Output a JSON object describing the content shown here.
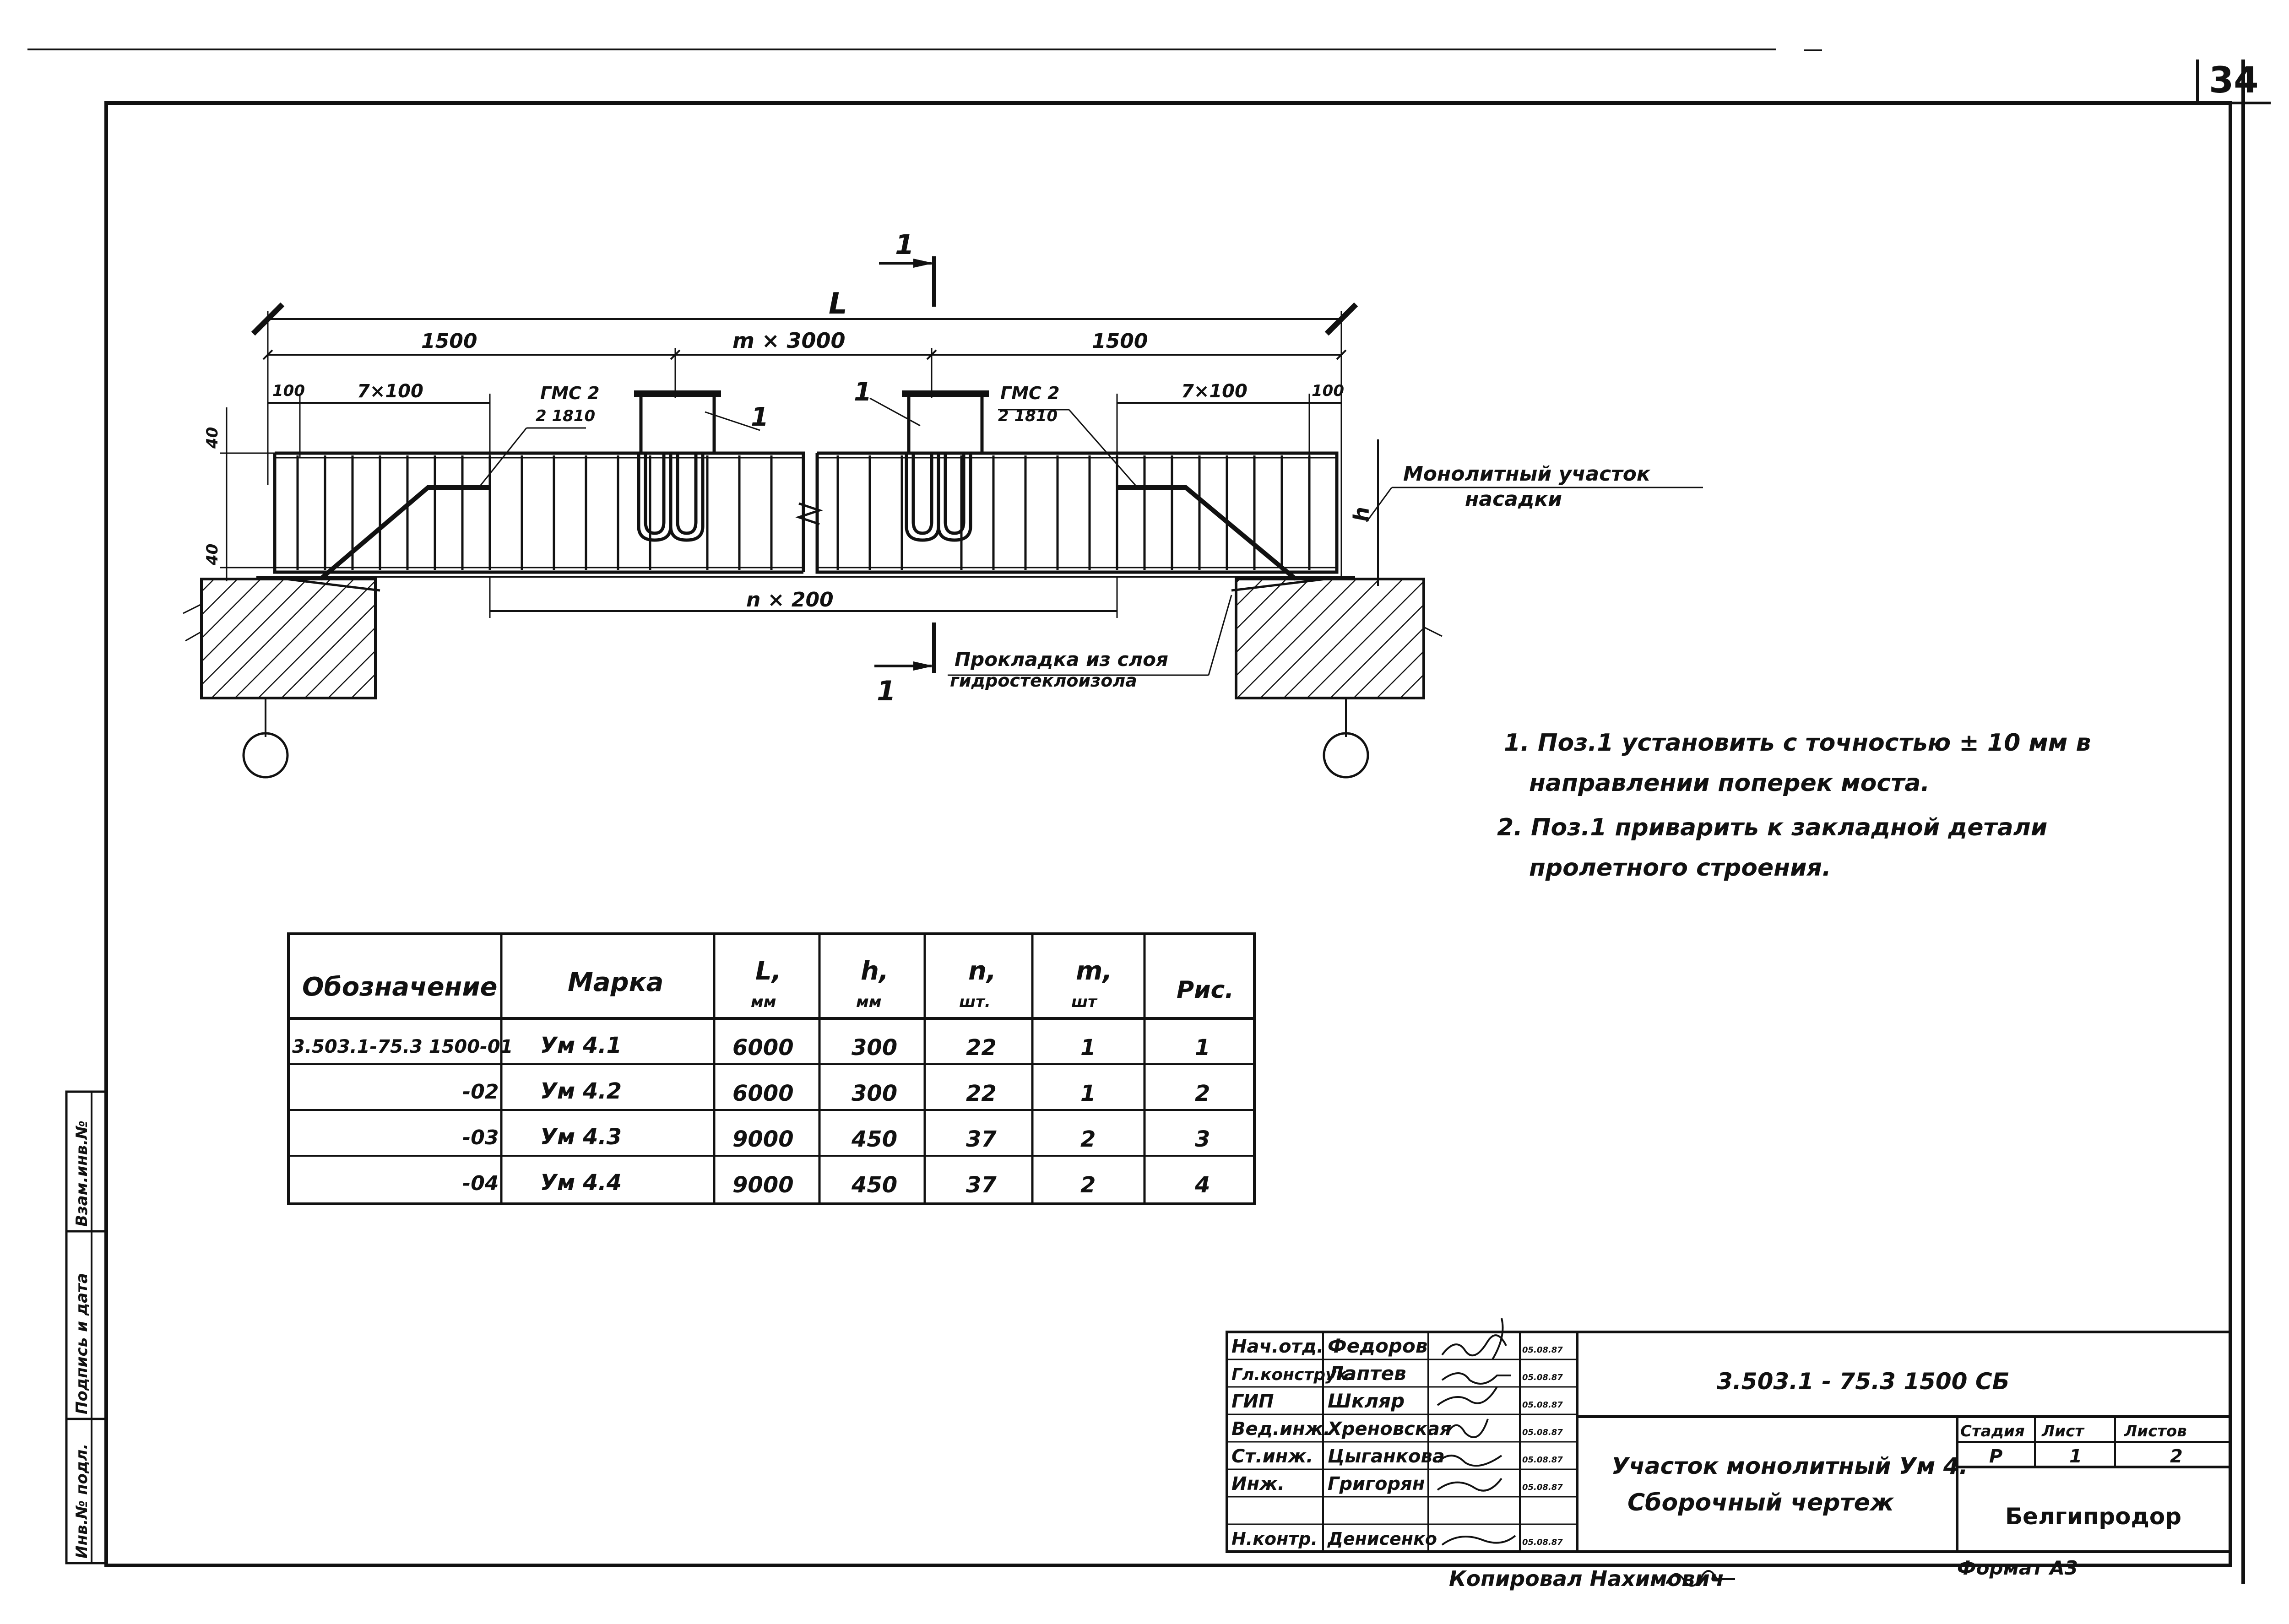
{
  "sheet_number": "34",
  "drawing": {
    "section_mark_label": "1",
    "dim_total_label": "L",
    "dim_left_label": "1500",
    "dim_middle_label": "m × 3000",
    "dim_right_label": "1500",
    "dim_end_left_label": "100",
    "dim_end_right_label": "100",
    "dim_pitch_left_label": "7×100",
    "dim_pitch_right_label": "7×100",
    "dim_bottom_label": "n × 200",
    "dim_height_top_label": "40",
    "dim_height_bottom_label": "40",
    "height_label": "h",
    "grid_left_label": "ГМС 2",
    "grid_left_sub_label": "2 1810",
    "grid_right_label": "ГМС 2",
    "grid_right_sub_label": "2 1810",
    "pos_label_left": "1",
    "pos_label_right": "1",
    "monolith_label_line1": "Монолитный участок",
    "monolith_label_line2": "насадки",
    "pad_label_line1": "Прокладка из слоя",
    "pad_label_line2": "гидростеклоизола"
  },
  "notes": [
    {
      "line1": "1. Поз.1 установить с точностью ± 10 мм в",
      "line2": "направлении поперек моста."
    },
    {
      "line1": "2. Поз.1 приварить к закладной детали",
      "line2": "пролетного строения."
    }
  ],
  "spec_table": {
    "headers": [
      {
        "main": "Обозначение",
        "sub": ""
      },
      {
        "main": "Марка",
        "sub": ""
      },
      {
        "main": "L,",
        "sub": "мм"
      },
      {
        "main": "h,",
        "sub": "мм"
      },
      {
        "main": "n,",
        "sub": "шт."
      },
      {
        "main": "m,",
        "sub": "шт"
      },
      {
        "main": "Рис.",
        "sub": ""
      }
    ],
    "rows": [
      [
        "3.503.1-75.3 1500-01",
        "Ум 4.1",
        "6000",
        "300",
        "22",
        "1",
        "1"
      ],
      [
        "-02",
        "Ум 4.2",
        "6000",
        "300",
        "22",
        "1",
        "2"
      ],
      [
        "-03",
        "Ум 4.3",
        "9000",
        "450",
        "37",
        "2",
        "3"
      ],
      [
        "-04",
        "Ум 4.4",
        "9000",
        "450",
        "37",
        "2",
        "4"
      ]
    ]
  },
  "side_stamp": [
    "Взам.инв.№",
    "Подпись и дата",
    "Инв.№ подл."
  ],
  "title_block": {
    "staff": [
      {
        "role": "Нач.отд.",
        "name": "Федоров",
        "date": "05.08.87"
      },
      {
        "role": "Гл.конструк.",
        "name": "Лаптев",
        "date": "05.08.87"
      },
      {
        "role": "ГИП",
        "name": "Шкляр",
        "date": "05.08.87"
      },
      {
        "role": "Вед.инж.",
        "name": "Хреновская",
        "date": "05.08.87"
      },
      {
        "role": "Ст.инж.",
        "name": "Цыганкова",
        "date": "05.08.87"
      },
      {
        "role": "Инж.",
        "name": "Григорян",
        "date": "05.08.87"
      },
      {
        "role": "",
        "name": "",
        "date": ""
      },
      {
        "role": "Н.контр.",
        "name": "Денисенко",
        "date": "05.08.87"
      }
    ],
    "designation": "3.503.1 - 75.3   1500 СБ",
    "title_line1": "Участок монолитный Ум 4.",
    "title_line2": "Сборочный чертеж",
    "stage_header": "Стадия",
    "sheet_header": "Лист",
    "sheets_header": "Листов",
    "stage": "Р",
    "sheet": "1",
    "sheets": "2",
    "organization": "Белгипродор"
  },
  "footer": {
    "copied": "Копировал Нахимович",
    "format": "Формат А3"
  }
}
